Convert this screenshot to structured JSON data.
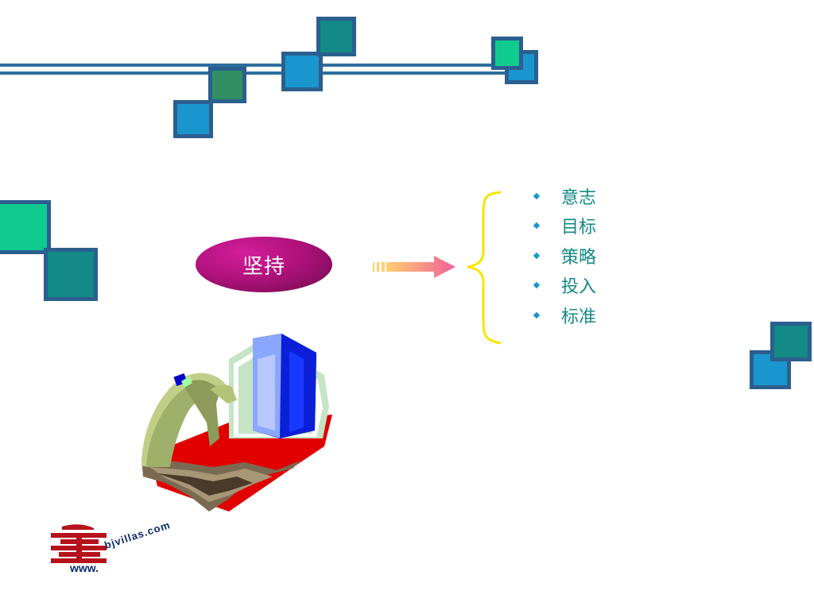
{
  "main": {
    "pill_label": "坚持",
    "items": [
      "意志",
      "目标",
      "策略",
      "投入",
      "标准"
    ]
  },
  "logo": {
    "prefix": "www.",
    "domain": "bjvillas.com"
  },
  "colors": {
    "teal": "#138a86",
    "blue": "#1a96cf",
    "green": "#2f8f63",
    "mint": "#0fcc8e",
    "border": "#2b5f8f",
    "pill": "#b0127c",
    "brace": "#f5e600",
    "arrow": "#f0609a",
    "logo_red": "#b5121b",
    "logo_blue": "#0b2a6e"
  },
  "icons": [
    "diamond-bullet-icon",
    "gradient-arrow-icon",
    "curly-brace-icon",
    "climber-building-illustration",
    "site-logo"
  ]
}
